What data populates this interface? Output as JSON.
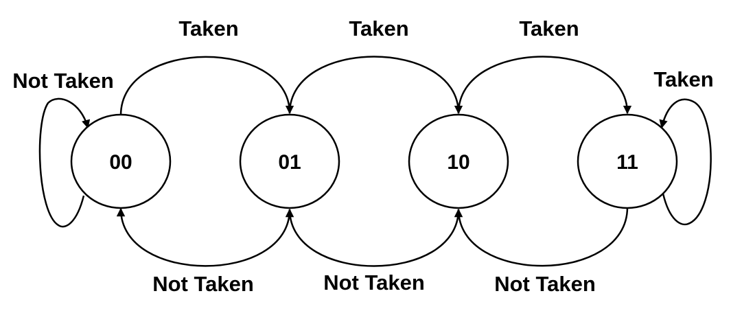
{
  "states": [
    {
      "id": "s00",
      "label": "00"
    },
    {
      "id": "s01",
      "label": "01"
    },
    {
      "id": "s10",
      "label": "10"
    },
    {
      "id": "s11",
      "label": "11"
    }
  ],
  "transitions": [
    {
      "from": "00",
      "to": "00",
      "label": "Not Taken"
    },
    {
      "from": "00",
      "to": "01",
      "label": "Taken"
    },
    {
      "from": "01",
      "to": "10",
      "label": "Taken"
    },
    {
      "from": "10",
      "to": "11",
      "label": "Taken"
    },
    {
      "from": "11",
      "to": "11",
      "label": "Taken"
    },
    {
      "from": "01",
      "to": "00",
      "label": "Not Taken"
    },
    {
      "from": "10",
      "to": "01",
      "label": "Not Taken"
    },
    {
      "from": "11",
      "to": "10",
      "label": "Not Taken"
    }
  ],
  "colors": {
    "stroke": "#000000",
    "background": "#ffffff"
  }
}
